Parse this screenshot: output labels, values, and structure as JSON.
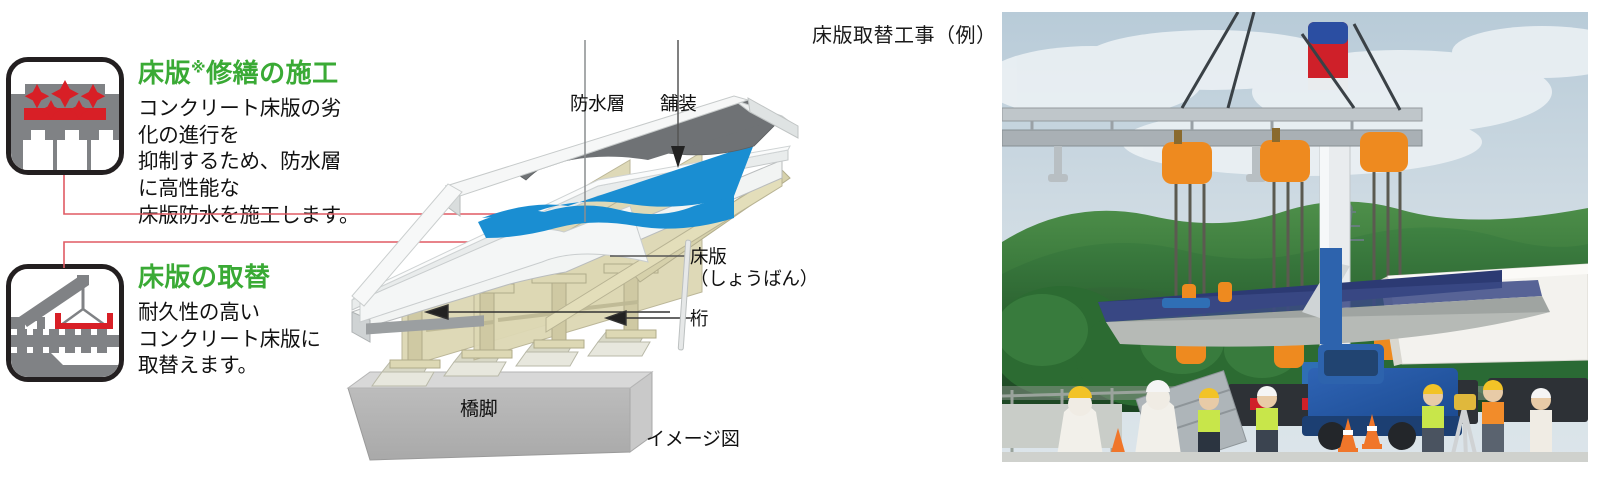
{
  "page": {
    "language": "ja",
    "background": "#ffffff"
  },
  "colors": {
    "heading_green": "#3aaa35",
    "accent_red": "#e8252c",
    "connector_red": "#e05a63",
    "waterproof_blue": "#1a8ed2",
    "pavement_gray": "#6f7275",
    "deck_light": "#eceff1",
    "girder_beige": "#d8d3b0",
    "pier_gray": "#b3b3b3",
    "icon_outline": "#231f20",
    "icon_gray": "#808285",
    "icon_red": "#d81f26",
    "text_black": "#111111"
  },
  "left_panel": {
    "blocks": [
      {
        "icon_name": "deck-repair-waterproofing-icon",
        "title": "床版",
        "title_ref": "※",
        "title_rest": "修繕の施工",
        "title_full": "床版※修繕の施工",
        "body": "コンクリート床版の劣化の進行を\n抑制するため、防水層に高性能な\n床版防水を施工します。"
      },
      {
        "icon_name": "deck-replacement-crane-icon",
        "title": "床版の取替",
        "title_ref": "",
        "title_rest": "",
        "title_full": "床版の取替",
        "body": "耐久性の高い\nコンクリート床版に\n取替えます。"
      }
    ]
  },
  "diagram": {
    "name": "bridge-deck-isometric-diagram",
    "caption": "イメージ図",
    "labels": {
      "waterproof_layer": "防水層",
      "pavement": "舗装",
      "deck_slab": "床版\n（しょうばん）",
      "girder": "桁",
      "pier": "橋脚"
    }
  },
  "photo": {
    "name": "deck-replacement-worksite-photo",
    "caption": "床版取替工事（例）",
    "alt_description": "クレーンで吊り上げられたプレキャスト床版と作業員のいる工事現場"
  }
}
